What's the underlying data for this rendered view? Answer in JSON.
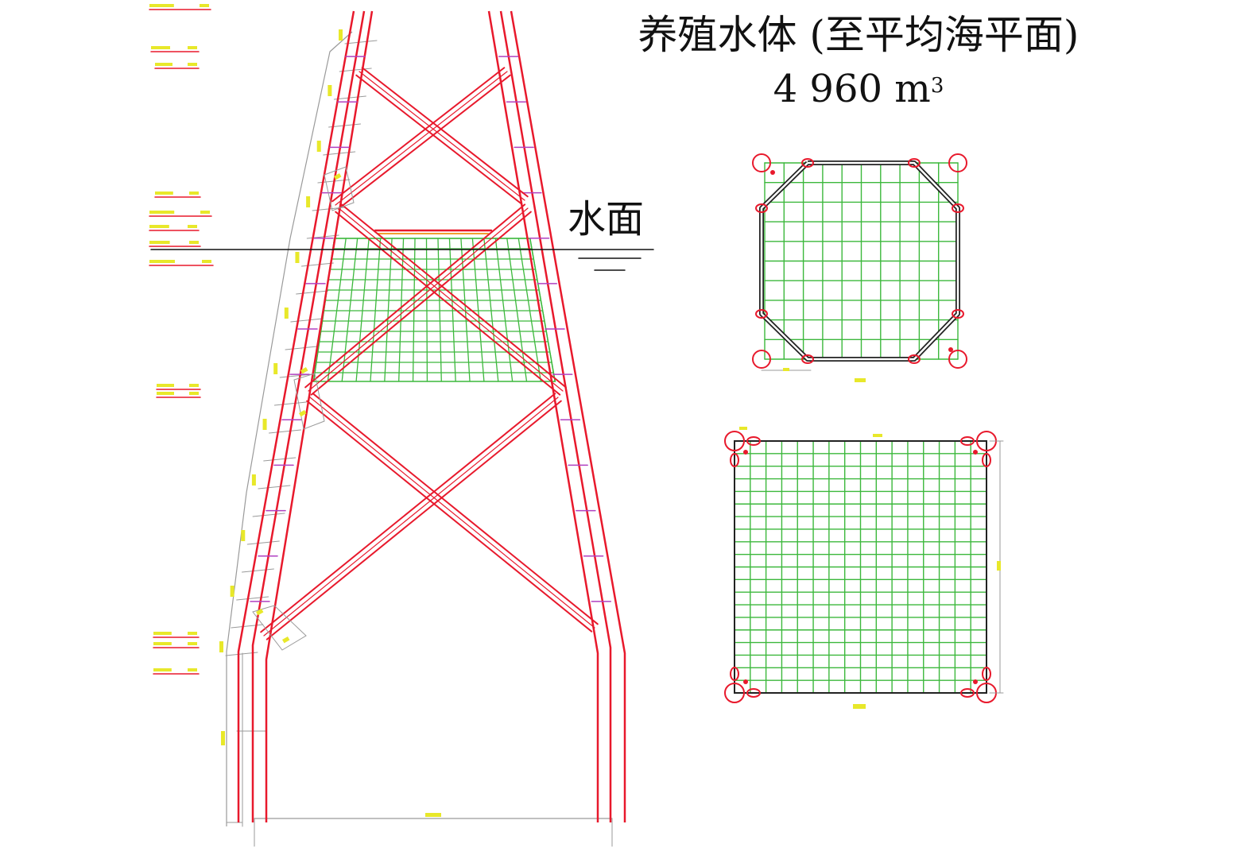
{
  "title": {
    "line1": "养殖水体 (至平均海平面)",
    "volume_value": "4 960 m",
    "volume_superscript": "3"
  },
  "water_surface_label": "水面",
  "colors": {
    "structure": "#e8192c",
    "net": "#3cb83c",
    "frame": "#222222",
    "dimension": "#9a9a9a",
    "annotation": "#e8e82a",
    "brace_mark": "#b040c0"
  }
}
